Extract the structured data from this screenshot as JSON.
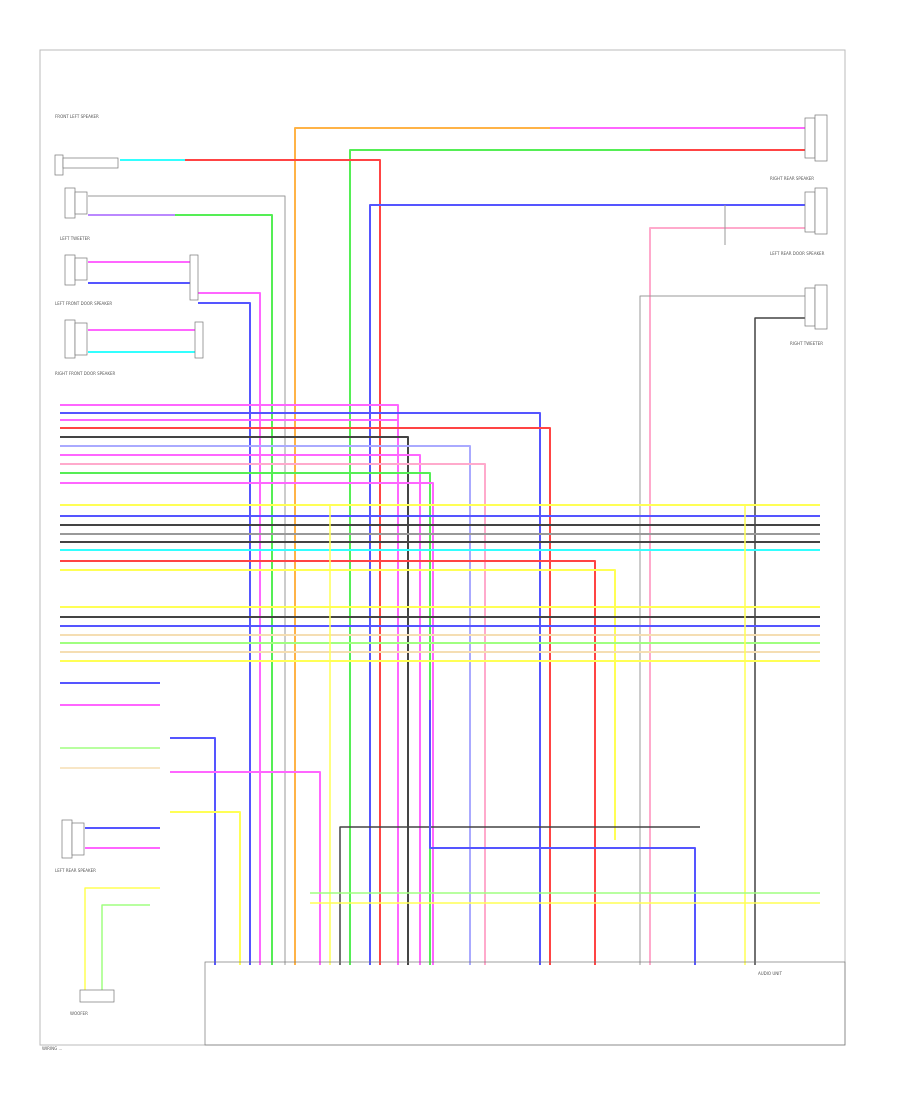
{
  "diagram": {
    "footer": "WIRING ...",
    "components": {
      "front_speaker_left_top": "FRONT LEFT SPEAKER",
      "left_tweeter": "LEFT TWEETER",
      "left_front_door_speaker": "LEFT FRONT DOOR SPEAKER",
      "right_front_door_speaker": "RIGHT FRONT DOOR SPEAKER",
      "left_rear_speaker": "LEFT REAR SPEAKER",
      "right_tweeter": "RIGHT TWEETER",
      "left_rear_door": "LEFT REAR DOOR SPEAKER",
      "right_rear_speaker": "RIGHT REAR SPEAKER",
      "woofer": "WOOFER",
      "audio_unit": "AUDIO UNIT"
    }
  },
  "colors": {
    "orange": "#ffb347",
    "pink": "#ff66ff",
    "red": "#ff4444",
    "green": "#55ee55",
    "lightgreen": "#a0ff80",
    "blue": "#5555ff",
    "lightblue": "#aaaaff",
    "cyan": "#33ffff",
    "black": "#444444",
    "gray": "#999999",
    "yellow": "#ffff55",
    "tan": "#f5deb3",
    "lightpink": "#ffaacc",
    "violet": "#bb88ff"
  }
}
